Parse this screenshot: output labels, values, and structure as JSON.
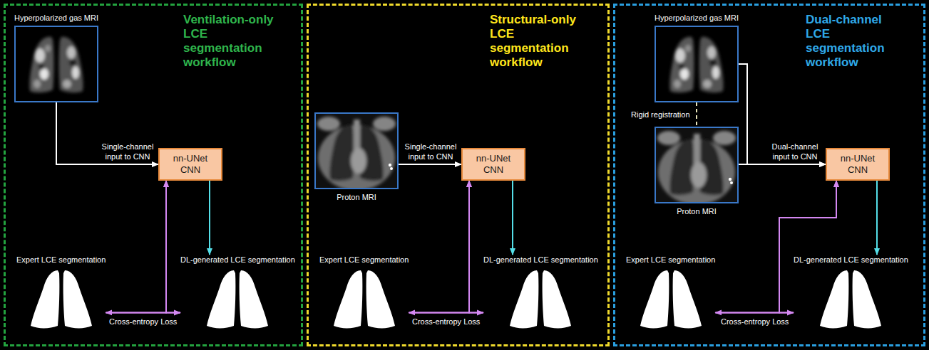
{
  "diagram": {
    "nodes": [
      {
        "text": [
          "Ventilation-only LCE segmentation workflow"
        ]
      },
      {
        "text": [
          "Hyperpolarized gas MRI"
        ],
        "in": 0
      },
      {
        "text": [
          "nn-UNet CNN"
        ],
        "in": 0
      },
      {
        "text": [
          "Expert LCE segmentation"
        ],
        "in": 0
      },
      {
        "text": [
          "DL-generated LCE segmentation"
        ],
        "in": 0
      },
      {
        "text": [
          "Structural-only LCE segmentation workflow"
        ]
      },
      {
        "text": [
          "Proton MRI"
        ],
        "in": 5
      },
      {
        "text": [
          "nn-UNet CNN"
        ],
        "in": 5
      },
      {
        "text": [
          "Expert LCE segmentation"
        ],
        "in": 5
      },
      {
        "text": [
          "DL-generated LCE segmentation"
        ],
        "in": 5
      },
      {
        "text": [
          "Dual-channel LCE segmentation workflow"
        ]
      },
      {
        "text": [
          "Hyperpolarized gas MRI"
        ],
        "in": 10
      },
      {
        "text": [
          "Proton MRI"
        ],
        "in": 10
      },
      {
        "text": [
          "nn-UNet CNN"
        ],
        "in": 10
      },
      {
        "text": [
          "Expert LCE segmentation"
        ],
        "in": 10
      },
      {
        "text": [
          "DL-generated LCE segmentation"
        ],
        "in": 10
      }
    ],
    "edges": [
      {
        "from": 1,
        "to": 2,
        "arrow": "to",
        "label": "Single-channel input to CNN"
      },
      {
        "from": 2,
        "to": 4,
        "arrow": "to"
      },
      {
        "from": 3,
        "to": 4,
        "arrow": "both",
        "label": "Cross-entropy Loss"
      },
      {
        "from": 3,
        "to": 2,
        "arrow": "to"
      },
      {
        "from": 4,
        "to": 2,
        "arrow": "to"
      },
      {
        "from": 6,
        "to": 7,
        "arrow": "to",
        "label": "Single-channel input to CNN"
      },
      {
        "from": 7,
        "to": 9,
        "arrow": "to"
      },
      {
        "from": 8,
        "to": 9,
        "arrow": "both",
        "label": "Cross-entropy Loss"
      },
      {
        "from": 8,
        "to": 7,
        "arrow": "to"
      },
      {
        "from": 9,
        "to": 7,
        "arrow": "to"
      },
      {
        "from": 11,
        "to": 12,
        "arrow": "none",
        "label": "Rigid registration"
      },
      {
        "from": 11,
        "to": 13,
        "arrow": "to"
      },
      {
        "from": 12,
        "to": 13,
        "arrow": "to",
        "label": "Dual-channel input to CNN"
      },
      {
        "from": 13,
        "to": 15,
        "arrow": "to"
      },
      {
        "from": 14,
        "to": 15,
        "arrow": "both",
        "label": "Cross-entropy Loss"
      },
      {
        "from": 14,
        "to": 13,
        "arrow": "to"
      },
      {
        "from": 15,
        "to": 13,
        "arrow": "to"
      }
    ]
  }
}
